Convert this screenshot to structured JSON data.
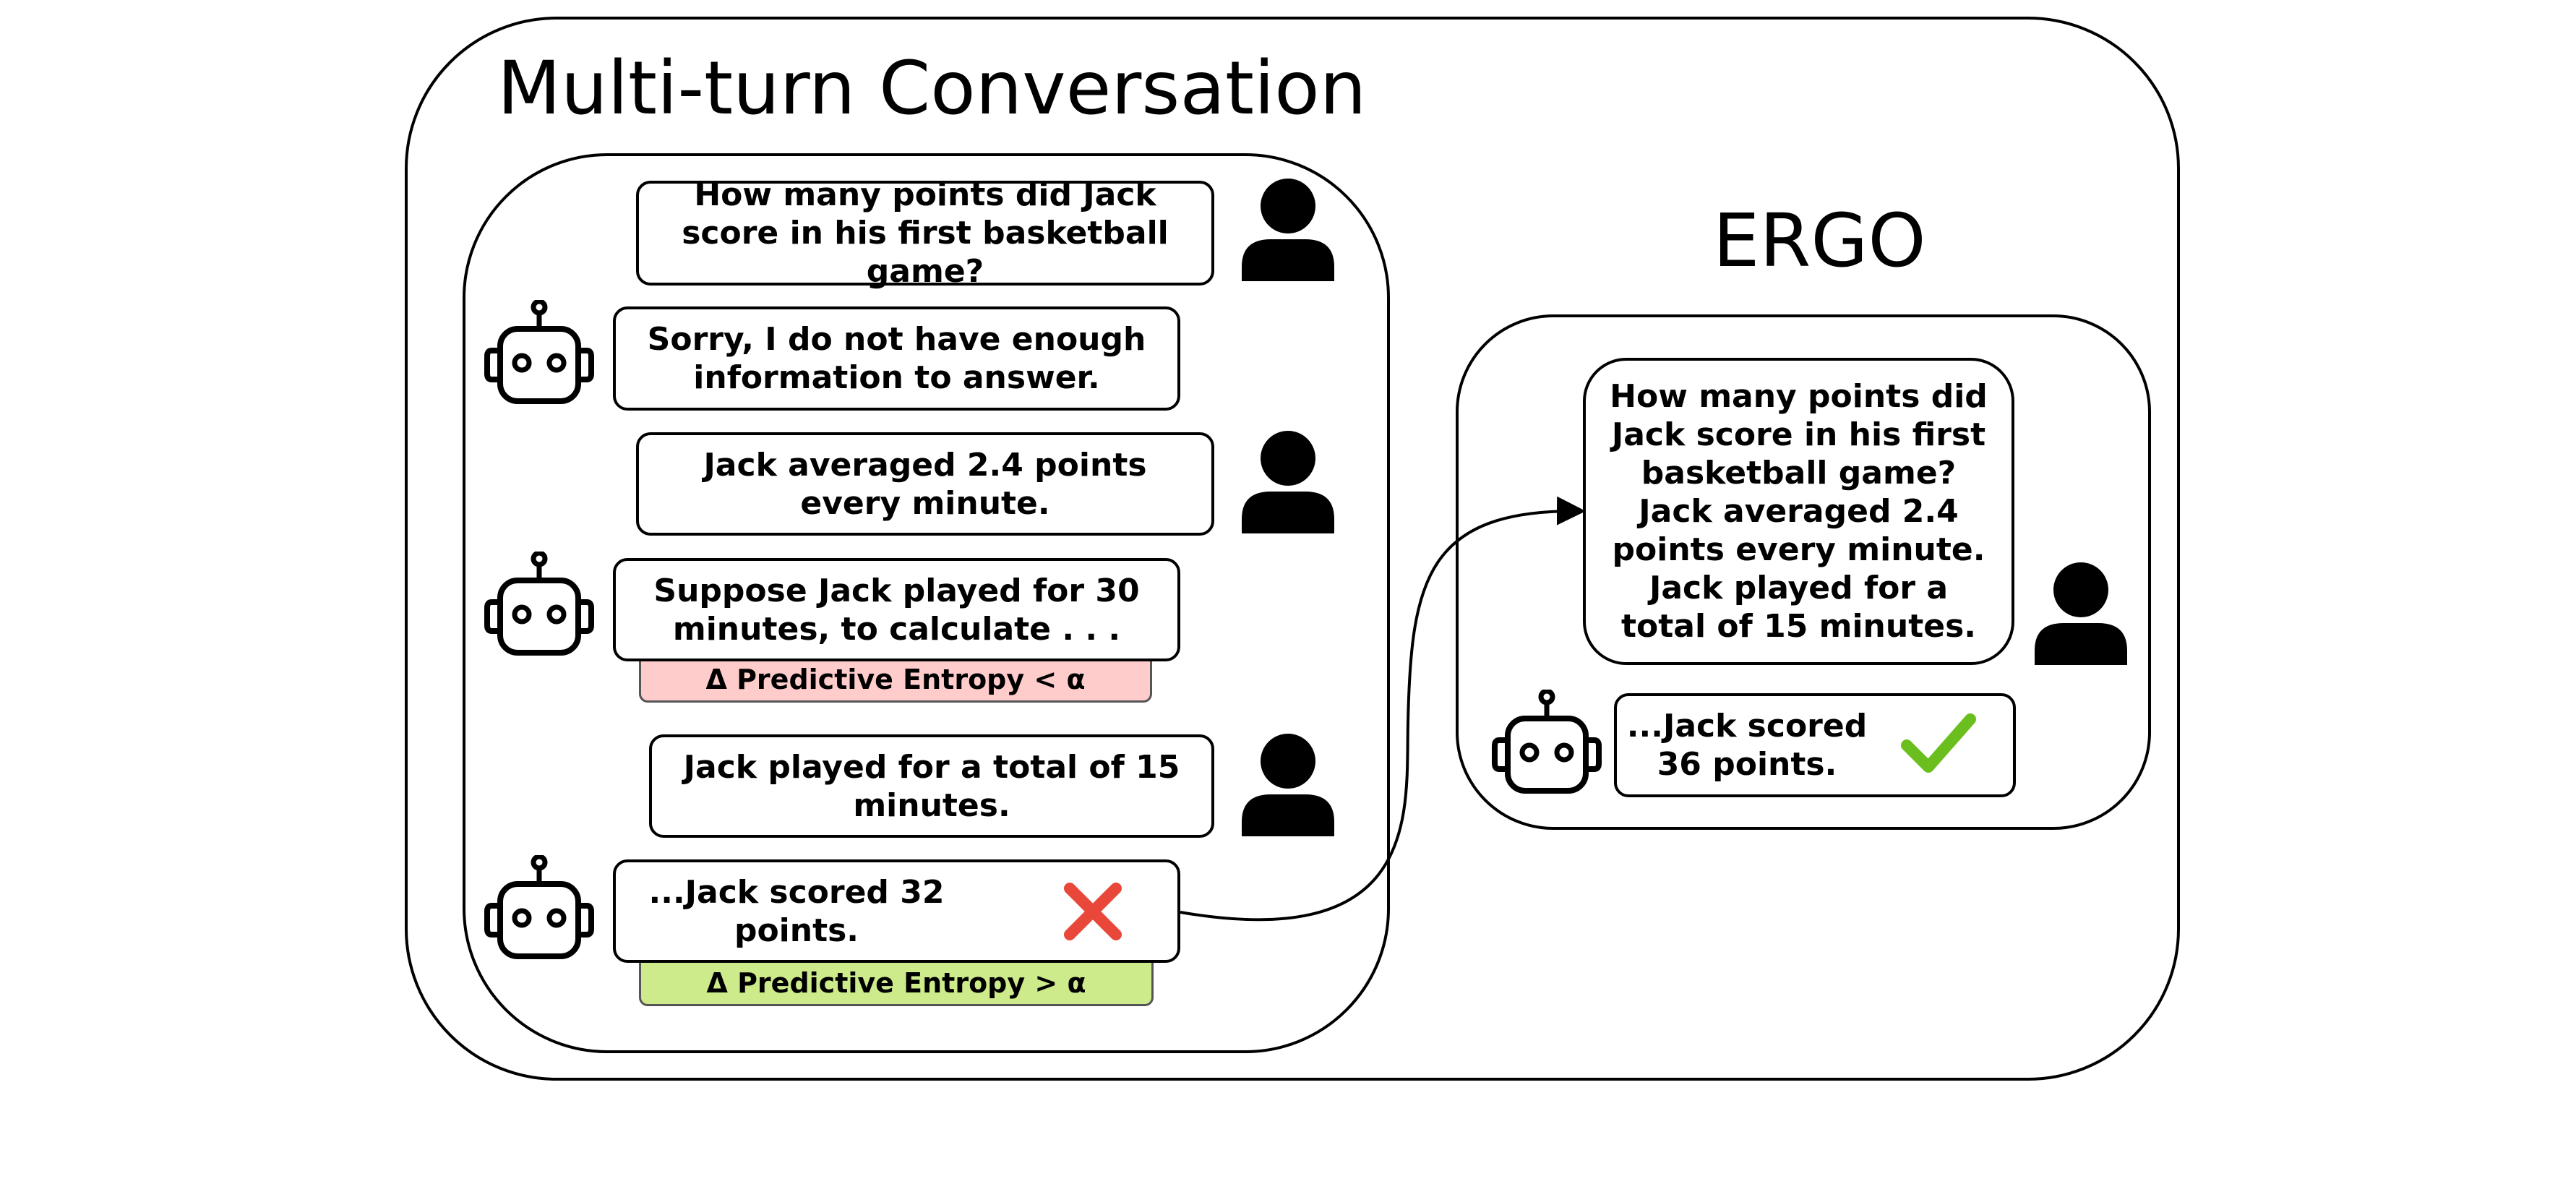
{
  "main": {
    "title": "Multi-turn Conversation",
    "turns": [
      {
        "role": "user",
        "text": "How many points did Jack score in his first basketball game?"
      },
      {
        "role": "assistant",
        "text": "Sorry, I do not have enough information to answer."
      },
      {
        "role": "user",
        "text": "Jack averaged 2.4 points every minute."
      },
      {
        "role": "assistant",
        "text": "Suppose Jack played for 30 minutes, to calculate . . .",
        "entropy_label": "Δ Predictive Entropy < α",
        "entropy_color": "#ffcccc"
      },
      {
        "role": "user",
        "text": "Jack played for a total of 15 minutes."
      },
      {
        "role": "assistant",
        "text": "...Jack scored 32 points.",
        "entropy_label": "Δ Predictive Entropy > α",
        "entropy_color": "#cdeb8b",
        "result_icon": "cross-icon"
      }
    ]
  },
  "ergo": {
    "title": "ERGO",
    "user_prompt": "How many points did Jack score in his first basketball game? Jack averaged 2.4 points every minute. Jack played for a total of 15 minutes.",
    "assistant_reply": "...Jack scored 36 points.",
    "result_icon": "check-icon"
  },
  "colors": {
    "cross": "#e8473a",
    "check": "#6abf1e",
    "entropy_low": "#ffcccc",
    "entropy_high": "#cdeb8b"
  },
  "icons": {
    "user": "user-silhouette-icon",
    "assistant": "robot-icon"
  }
}
